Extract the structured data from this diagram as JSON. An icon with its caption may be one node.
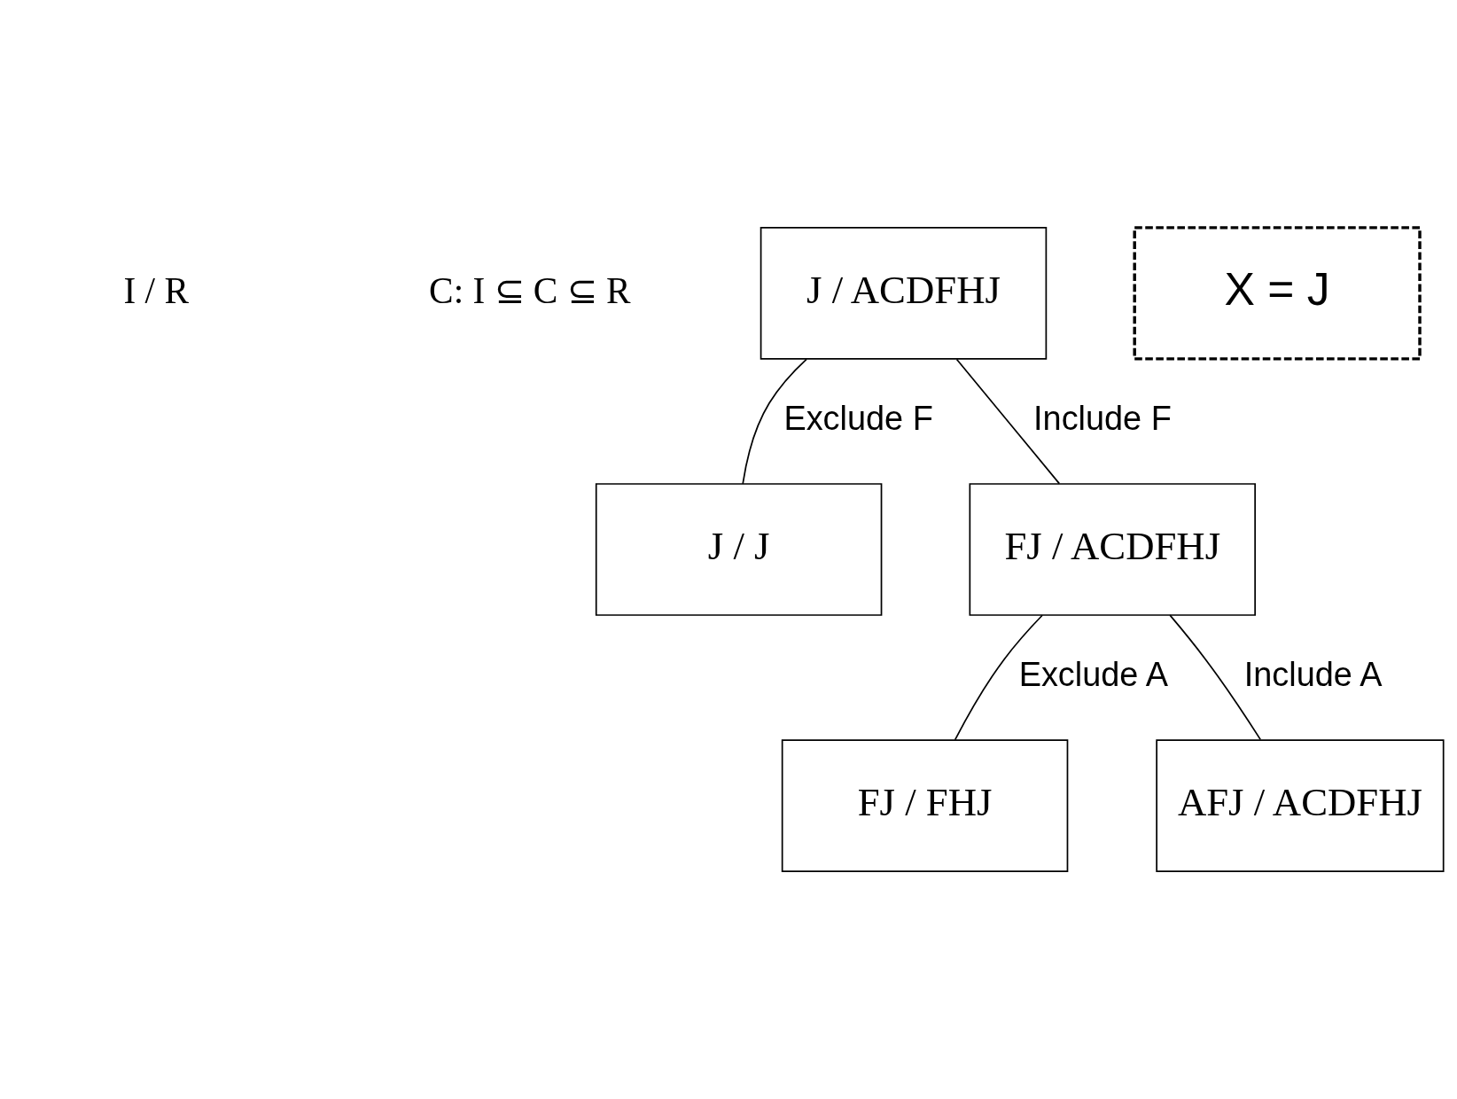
{
  "diagram": {
    "nodes": [
      {
        "text": [
          "J / ACDFHJ"
        ]
      },
      {
        "text": [
          "X = J"
        ]
      },
      {
        "text": [
          "J / J"
        ]
      },
      {
        "text": [
          "FJ / ACDFHJ"
        ]
      },
      {
        "text": [
          "FJ / FHJ"
        ]
      },
      {
        "text": [
          "AFJ / ACDFHJ"
        ]
      }
    ],
    "edges": [
      {
        "from": 0,
        "to": 2,
        "arrow": "none",
        "label": "Exclude F"
      },
      {
        "from": 0,
        "to": 3,
        "arrow": "none",
        "label": "Include F"
      },
      {
        "from": 3,
        "to": 4,
        "arrow": "none",
        "label": "Exclude A"
      },
      {
        "from": 3,
        "to": 5,
        "arrow": "none",
        "label": "Include A"
      }
    ],
    "labels": [
      "I / R",
      "C: I ⊆ C ⊆ R"
    ]
  }
}
